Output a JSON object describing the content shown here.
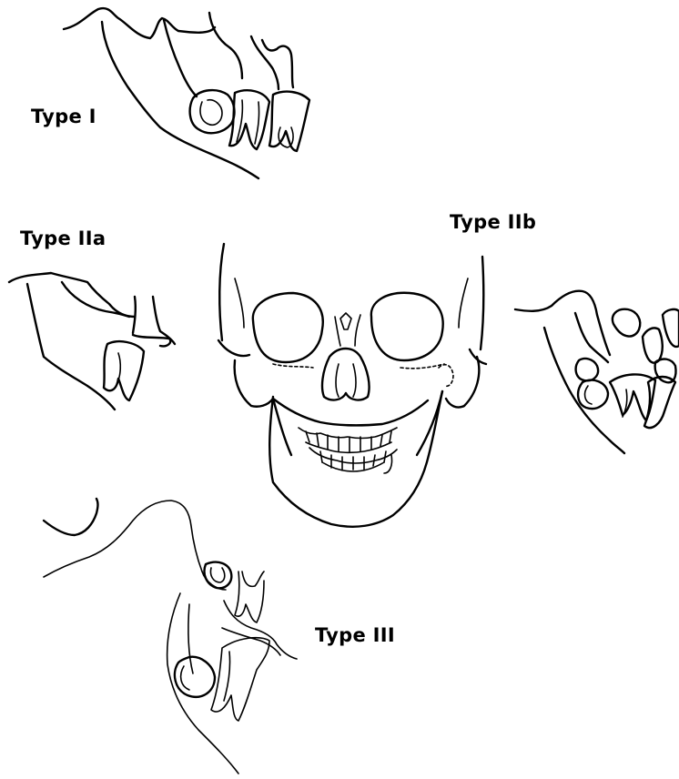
{
  "labels": {
    "type1": "Type I",
    "type2a": "Type IIa",
    "type2b": "Type IIb",
    "type3": "Type III"
  }
}
